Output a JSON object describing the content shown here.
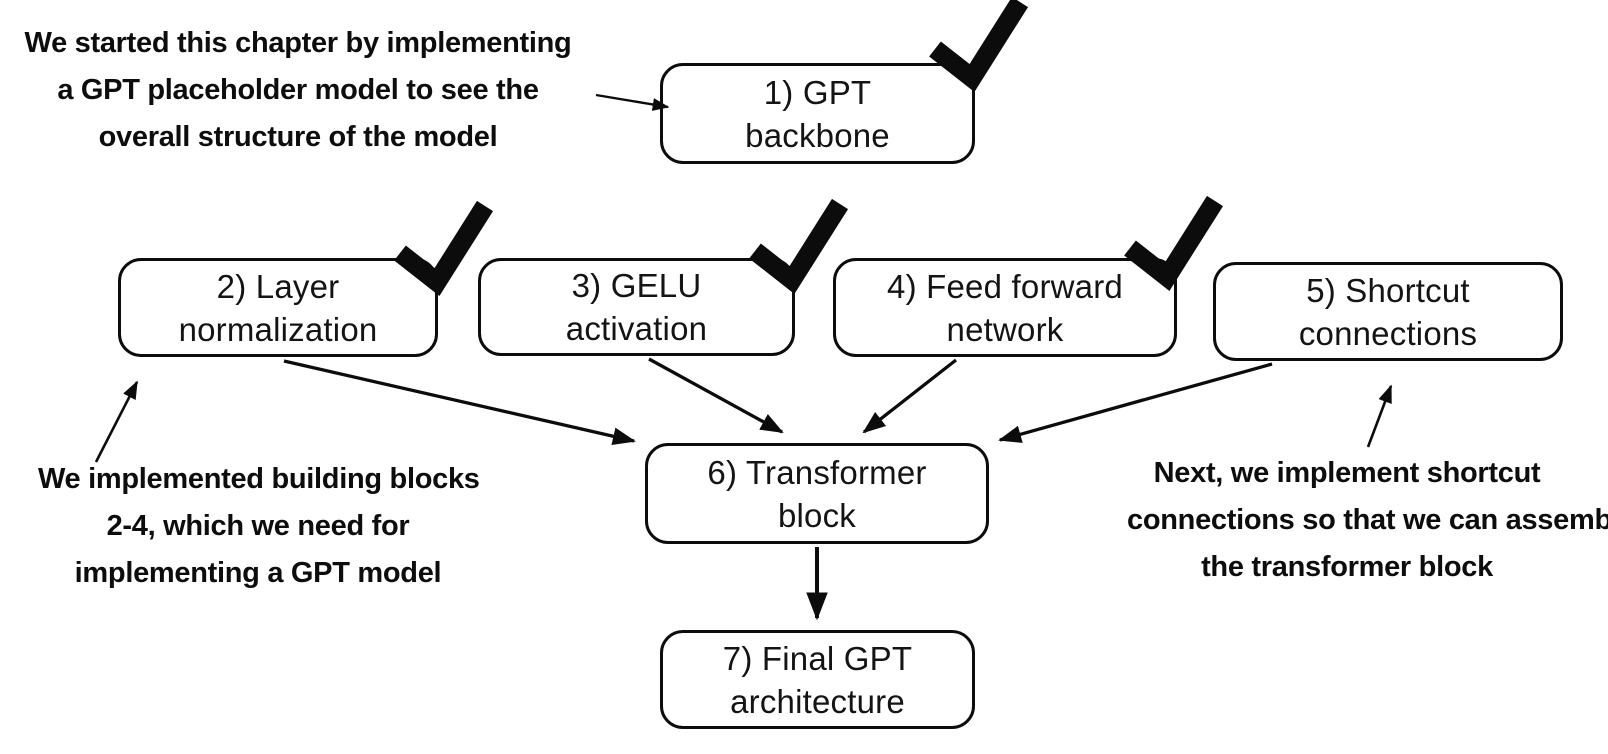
{
  "colors": {
    "background": "#ffffff",
    "ink": "#0c0c0c"
  },
  "icons": {
    "check": "✓"
  },
  "nodes": [
    {
      "id": "gpt-backbone",
      "lines": [
        "1) GPT",
        "backbone"
      ],
      "checked": true
    },
    {
      "id": "layer-normalization",
      "lines": [
        "2) Layer",
        "normalization"
      ],
      "checked": true
    },
    {
      "id": "gelu-activation",
      "lines": [
        "3) GELU",
        "activation"
      ],
      "checked": true
    },
    {
      "id": "feed-forward-network",
      "lines": [
        "4) Feed forward",
        "network"
      ],
      "checked": true
    },
    {
      "id": "shortcut-connections",
      "lines": [
        "5) Shortcut",
        "connections"
      ],
      "checked": false
    },
    {
      "id": "transformer-block",
      "lines": [
        "6) Transformer",
        "block"
      ],
      "checked": false
    },
    {
      "id": "final-gpt-architecture",
      "lines": [
        "7) Final GPT",
        "architecture"
      ],
      "checked": false
    }
  ],
  "annotations": [
    {
      "id": "started-chapter",
      "lines": [
        "We started this chapter by implementing",
        "a GPT placeholder model to see the",
        "overall structure of the model"
      ],
      "points_to": "gpt-backbone"
    },
    {
      "id": "building-blocks",
      "lines": [
        "We implemented building blocks",
        "2-4, which we need for",
        "implementing a GPT model"
      ],
      "points_to": "layer-normalization"
    },
    {
      "id": "next-shortcut",
      "lines": [
        "Next, we implement shortcut",
        "connections so that we can assemble",
        "the transformer block"
      ],
      "points_to": "shortcut-connections"
    }
  ],
  "edges": [
    {
      "from": "layer-normalization",
      "to": "transformer-block"
    },
    {
      "from": "gelu-activation",
      "to": "transformer-block"
    },
    {
      "from": "feed-forward-network",
      "to": "transformer-block"
    },
    {
      "from": "shortcut-connections",
      "to": "transformer-block"
    },
    {
      "from": "transformer-block",
      "to": "final-gpt-architecture"
    }
  ]
}
